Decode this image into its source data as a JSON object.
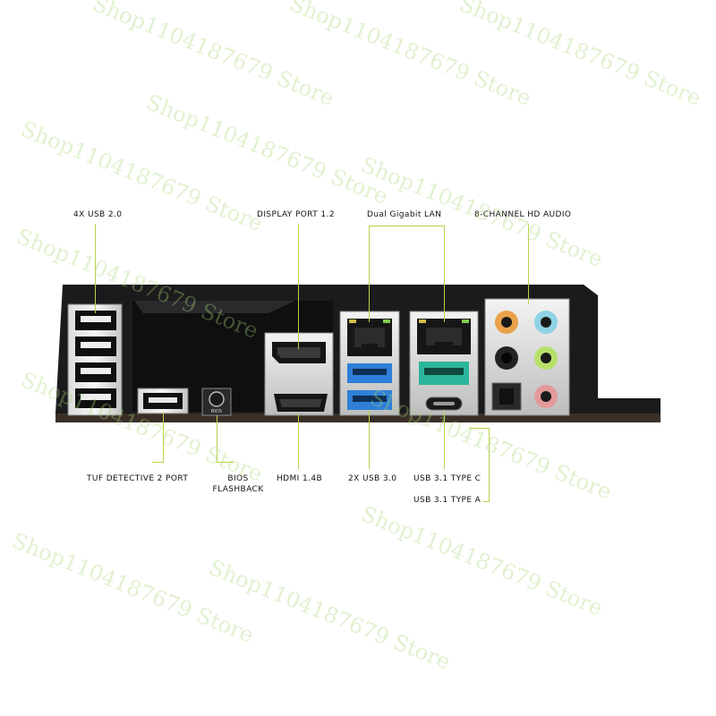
{
  "labels": {
    "usb20": "4X USB 2.0",
    "displayport": "DISPLAY PORT 1.2",
    "lan": "Dual Gigabit LAN",
    "audio": "8-CHANNEL HD AUDIO",
    "tuf": "TUF DETECTIVE 2 PORT",
    "bios_line1": "BIOS",
    "bios_line2": "FLASHBACK",
    "hdmi": "HDMI 1.4B",
    "usb30": "2X USB 3.0",
    "usb31c": "USB 3.1 TYPE C",
    "usb31a": "USB 3.1 TYPE A"
  },
  "board": {
    "bios_button_text": "BIOS"
  },
  "watermark": {
    "text": "Shop1104187679 Store"
  },
  "colors": {
    "leader_line": "#b9d34a",
    "panel": "#1b1b1d",
    "usb3_blue": "#2f7fd8",
    "usb31_teal": "#2bb59a",
    "audio_orange": "#e9a24a",
    "audio_blue": "#8fd3e6",
    "audio_green": "#b7e06a",
    "audio_pink": "#e49a9a"
  }
}
